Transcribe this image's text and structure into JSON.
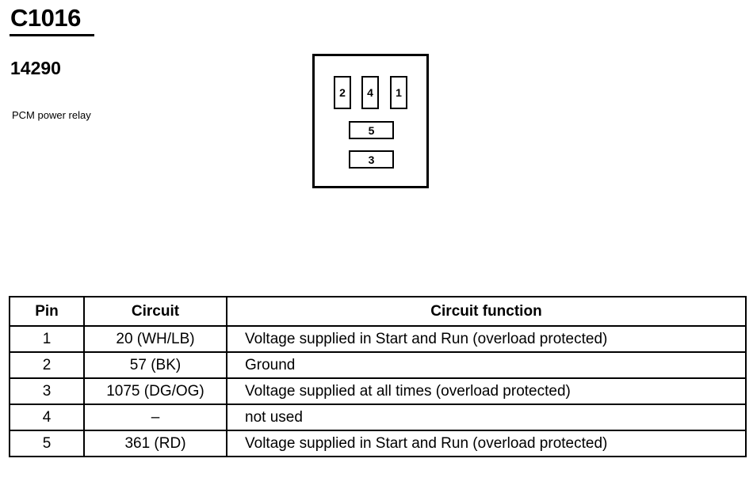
{
  "connector": {
    "id": "C1016",
    "part_number": "14290",
    "component": "PCM power relay"
  },
  "face_pins": {
    "p2": "2",
    "p4": "4",
    "p1": "1",
    "p5": "5",
    "p3": "3"
  },
  "table": {
    "headers": {
      "pin": "Pin",
      "circuit": "Circuit",
      "function": "Circuit function"
    },
    "rows": [
      {
        "pin": "1",
        "circuit": "20 (WH/LB)",
        "function": "Voltage supplied in Start and Run (overload protected)"
      },
      {
        "pin": "2",
        "circuit": "57 (BK)",
        "function": "Ground"
      },
      {
        "pin": "3",
        "circuit": "1075 (DG/OG)",
        "function": "Voltage supplied at all times (overload protected)"
      },
      {
        "pin": "4",
        "circuit": "–",
        "function": "not used"
      },
      {
        "pin": "5",
        "circuit": "361 (RD)",
        "function": "Voltage supplied in Start and Run (overload protected)"
      }
    ]
  }
}
